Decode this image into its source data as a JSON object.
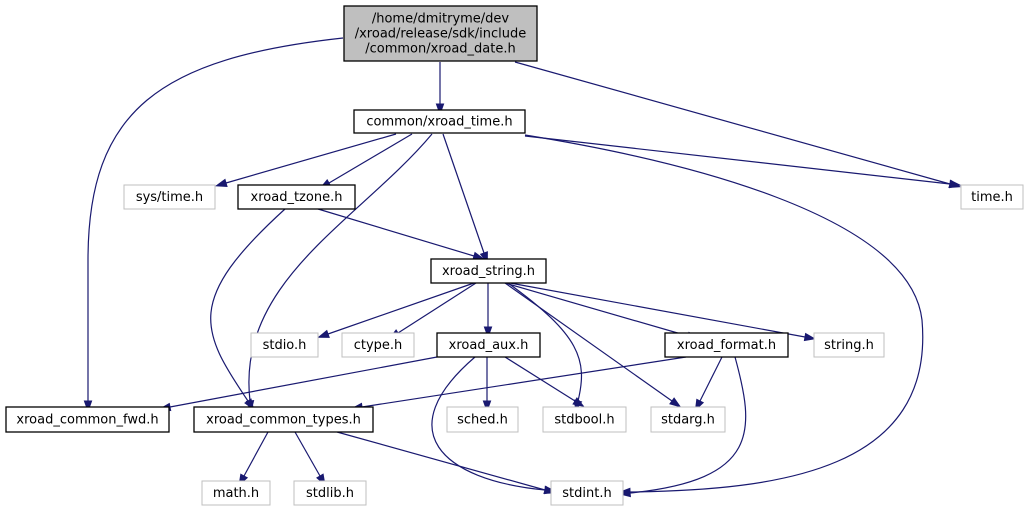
{
  "nodes": [
    {
      "id": "root",
      "lines": [
        "/home/dmitryme/dev",
        "/xroad/release/sdk/include",
        "/common/xroad_date.h"
      ],
      "kind": "root"
    },
    {
      "id": "xroad_time",
      "lines": [
        "common/xroad_time.h"
      ],
      "kind": "local"
    },
    {
      "id": "sys_time",
      "lines": [
        "sys/time.h"
      ],
      "kind": "system"
    },
    {
      "id": "xroad_tzone",
      "lines": [
        "xroad_tzone.h"
      ],
      "kind": "local"
    },
    {
      "id": "time_h",
      "lines": [
        "time.h"
      ],
      "kind": "system"
    },
    {
      "id": "xroad_string",
      "lines": [
        "xroad_string.h"
      ],
      "kind": "local"
    },
    {
      "id": "stdio_h",
      "lines": [
        "stdio.h"
      ],
      "kind": "system"
    },
    {
      "id": "ctype_h",
      "lines": [
        "ctype.h"
      ],
      "kind": "system"
    },
    {
      "id": "xroad_aux",
      "lines": [
        "xroad_aux.h"
      ],
      "kind": "local"
    },
    {
      "id": "xroad_format",
      "lines": [
        "xroad_format.h"
      ],
      "kind": "local"
    },
    {
      "id": "string_h",
      "lines": [
        "string.h"
      ],
      "kind": "system"
    },
    {
      "id": "xroad_common_fwd",
      "lines": [
        "xroad_common_fwd.h"
      ],
      "kind": "local"
    },
    {
      "id": "xroad_common_types",
      "lines": [
        "xroad_common_types.h"
      ],
      "kind": "local"
    },
    {
      "id": "sched_h",
      "lines": [
        "sched.h"
      ],
      "kind": "system"
    },
    {
      "id": "stdbool_h",
      "lines": [
        "stdbool.h"
      ],
      "kind": "system"
    },
    {
      "id": "stdarg_h",
      "lines": [
        "stdarg.h"
      ],
      "kind": "system"
    },
    {
      "id": "math_h",
      "lines": [
        "math.h"
      ],
      "kind": "system"
    },
    {
      "id": "stdlib_h",
      "lines": [
        "stdlib.h"
      ],
      "kind": "system"
    },
    {
      "id": "stdint_h",
      "lines": [
        "stdint.h"
      ],
      "kind": "system"
    }
  ],
  "edges": [
    {
      "from": "root",
      "to": "xroad_time"
    },
    {
      "from": "root",
      "to": "xroad_common_fwd"
    },
    {
      "from": "root",
      "to": "time_h"
    },
    {
      "from": "xroad_time",
      "to": "sys_time"
    },
    {
      "from": "xroad_time",
      "to": "xroad_tzone"
    },
    {
      "from": "xroad_time",
      "to": "time_h"
    },
    {
      "from": "xroad_time",
      "to": "xroad_string"
    },
    {
      "from": "xroad_time",
      "to": "xroad_common_types"
    },
    {
      "from": "xroad_time",
      "to": "stdint_h"
    },
    {
      "from": "xroad_tzone",
      "to": "xroad_string"
    },
    {
      "from": "xroad_tzone",
      "to": "xroad_common_types"
    },
    {
      "from": "xroad_string",
      "to": "stdio_h"
    },
    {
      "from": "xroad_string",
      "to": "ctype_h"
    },
    {
      "from": "xroad_string",
      "to": "xroad_aux"
    },
    {
      "from": "xroad_string",
      "to": "xroad_format"
    },
    {
      "from": "xroad_string",
      "to": "string_h"
    },
    {
      "from": "xroad_string",
      "to": "stdbool_h"
    },
    {
      "from": "xroad_string",
      "to": "stdarg_h"
    },
    {
      "from": "xroad_aux",
      "to": "xroad_common_fwd"
    },
    {
      "from": "xroad_aux",
      "to": "sched_h"
    },
    {
      "from": "xroad_aux",
      "to": "stdbool_h"
    },
    {
      "from": "xroad_aux",
      "to": "stdint_h"
    },
    {
      "from": "xroad_format",
      "to": "xroad_common_types"
    },
    {
      "from": "xroad_format",
      "to": "stdarg_h"
    },
    {
      "from": "xroad_format",
      "to": "stdint_h"
    },
    {
      "from": "xroad_common_types",
      "to": "math_h"
    },
    {
      "from": "xroad_common_types",
      "to": "stdlib_h"
    },
    {
      "from": "xroad_common_types",
      "to": "stdint_h"
    }
  ],
  "colors": {
    "edge": "#191970",
    "root_fill": "#bfbfbf",
    "system_border": "#bfbfbf",
    "local_border": "#000000"
  }
}
